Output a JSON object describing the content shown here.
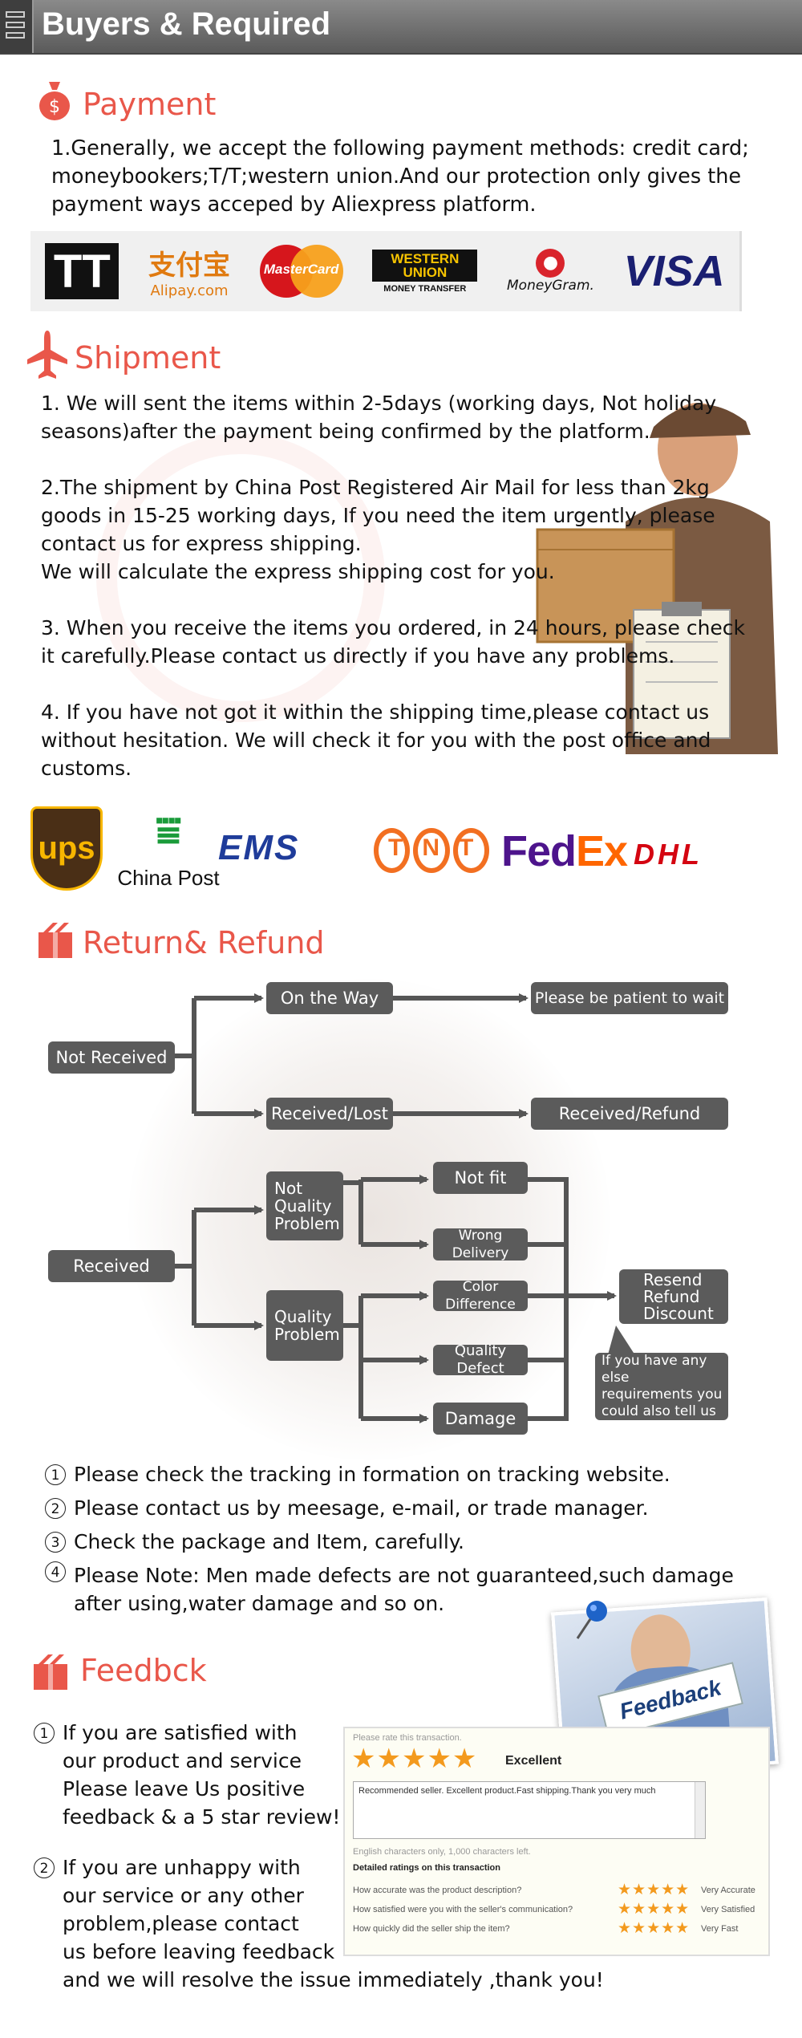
{
  "header": {
    "title": "Buyers & Required"
  },
  "payment": {
    "title": "Payment",
    "text": "1.Generally, we accept the following payment methods: credit card;\nmoneybookers;T/T;western union.And our protection only gives the\npayment ways acceped by Aliexpress platform.",
    "logos": {
      "tt": "TT",
      "alipay": "支付宝",
      "alipay_sub": "Alipay.com",
      "mastercard": "MasterCard",
      "western_union": "WESTERN UNION",
      "western_union_sub": "MONEY TRANSFER",
      "moneygram": "MoneyGram.",
      "visa": "VISA"
    }
  },
  "shipment": {
    "title": "Shipment",
    "p1": "1. We will sent the items within 2-5days (working days, Not holiday\nseasons)after the payment being confirmed by the platform.",
    "p2": "2.The shipment by China Post Registered Air Mail for less than  2kg\ngoods in 15-25 working days, If  you need the item urgently, please\ncontact us for express shipping.\nWe will calculate the express shipping cost for you.",
    "p3": "3. When you receive the items you ordered, in 24 hours, please check\n it carefully.Please contact us directly if you have any problems.",
    "p4": "4. If you have not got it within the shipping time,please contact us\nwithout hesitation. We will check it for you with the post office and\ncustoms.",
    "logos": {
      "ups": "ups",
      "china_post": "China Post",
      "ems": "EMS",
      "tnt": "TNT",
      "fedex_fed": "Fed",
      "fedex_ex": "Ex",
      "dhl": "DHL"
    }
  },
  "refund": {
    "title": "Return& Refund",
    "nodes": {
      "not_received": "Not Received",
      "on_the_way": "On the Way",
      "be_patient": "Please be patient to wait",
      "received_lost": "Received/Lost",
      "received_refund": "Received/Refund",
      "received": "Received",
      "not_quality": "Not\nQuality\nProblem",
      "quality": "Quality\nProblem",
      "not_fit": "Not fit",
      "wrong_delivery": "Wrong Delivery",
      "color_diff": "Color Difference",
      "quality_defect": "Quality Defect",
      "damage": "Damage",
      "resend": "Resend\nRefund\nDiscount",
      "else": "If you have any else\nrequirements you\ncould also tell us"
    },
    "notes": [
      {
        "num": "1",
        "text": "Please check the tracking in formation on tracking website."
      },
      {
        "num": "2",
        "text": "Please contact us by meesage, e-mail, or trade manager."
      },
      {
        "num": "3",
        "text": "Check the package and Item, carefully."
      },
      {
        "num": "4",
        "text": "Please Note: Men made defects  are not guaranteed,such damage\nafter using,water damage and so on."
      }
    ]
  },
  "feedback": {
    "title": "Feedbck",
    "item1_num": "1",
    "item1": "If you are satisfied  with\nour product and service\nPlease leave Us positive\nfeedback & a 5 star review!",
    "item2_num": "2",
    "item2": "If you are unhappy with\nour service or any other\nproblem,please contact\nus before leaving feedback\nand we will resolve the issue immediately ,thank you!",
    "sign": "Feedback",
    "widget": {
      "prompt": "Please rate this transaction.",
      "stars": "★★★★★",
      "rating": "Excellent",
      "comment": "Recommended seller. Excellent product.Fast shipping.Thank you very much",
      "limit": "English characters only, 1,000 characters left.",
      "heading": "Detailed ratings on this transaction",
      "rows": [
        {
          "q": "How accurate was the product description?",
          "stars": "★★★★★",
          "label": "Very Accurate"
        },
        {
          "q": "How satisfied were you with the seller's communication?",
          "stars": "★★★★★",
          "label": "Very Satisfied"
        },
        {
          "q": "How quickly did the seller ship the item?",
          "stars": "★★★★★",
          "label": "Very Fast"
        }
      ]
    }
  }
}
